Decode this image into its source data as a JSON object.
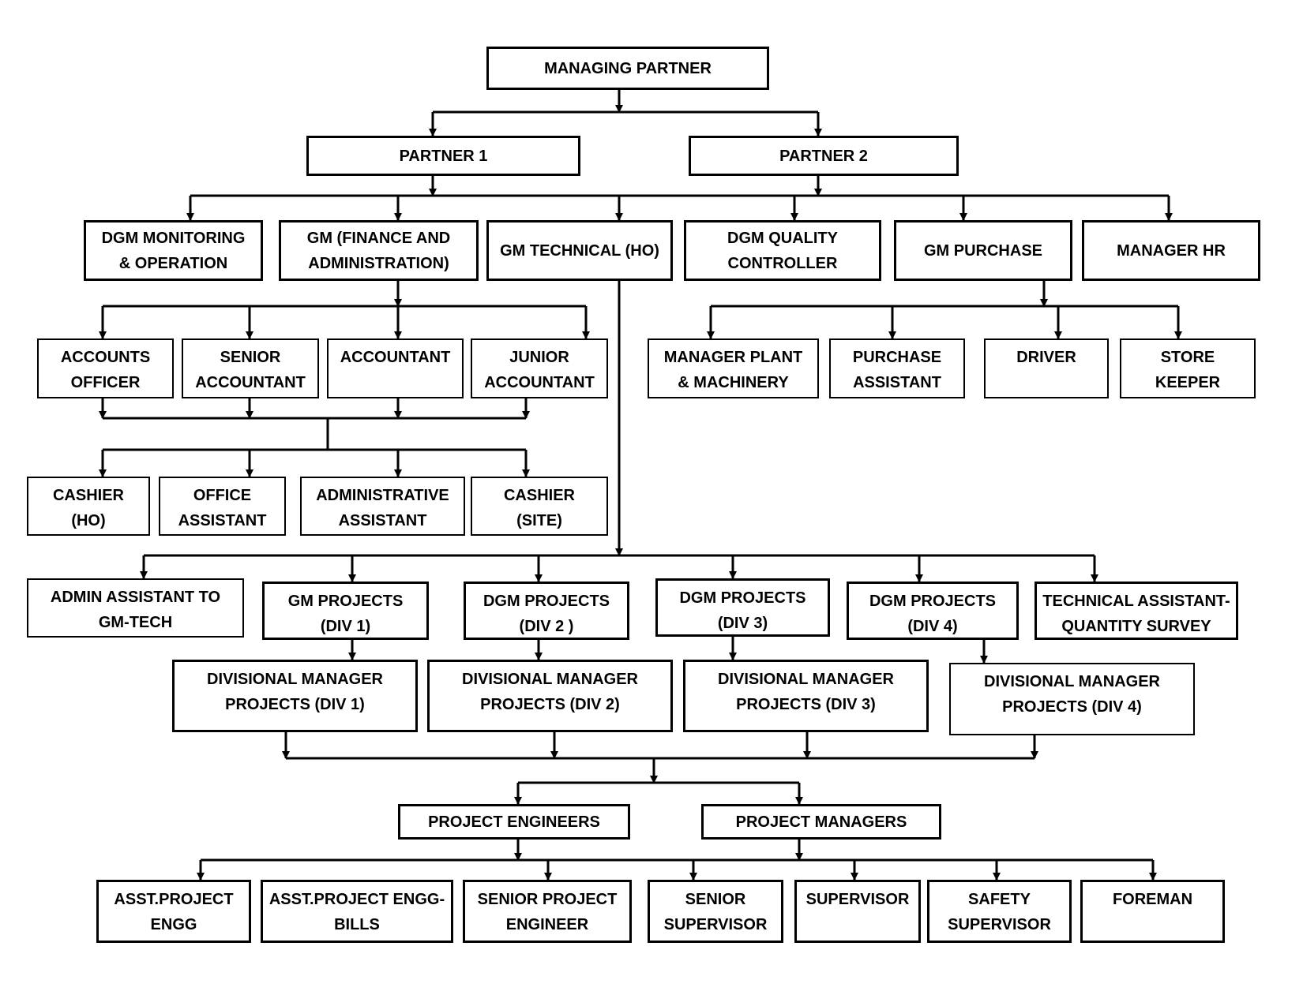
{
  "nodes": {
    "managing_partner": "MANAGING PARTNER",
    "partner1": "PARTNER 1",
    "partner2": "PARTNER 2",
    "dgm_monitoring": "DGM MONITORING\n& OPERATION",
    "gm_finance": "GM (FINANCE AND\nADMINISTRATION)",
    "gm_technical": "GM TECHNICAL (HO)",
    "dgm_quality": "DGM QUALITY\nCONTROLLER",
    "gm_purchase": "GM PURCHASE",
    "manager_hr": "MANAGER HR",
    "accounts_officer": "ACCOUNTS\nOFFICER",
    "senior_accountant": "SENIOR\nACCOUNTANT",
    "accountant": "ACCOUNTANT",
    "junior_accountant": "JUNIOR\nACCOUNTANT",
    "manager_plant": "MANAGER PLANT\n& MACHINERY",
    "purchase_assistant": "PURCHASE\nASSISTANT",
    "driver": "DRIVER",
    "store_keeper": "STORE KEEPER",
    "cashier_ho": "CASHIER\n(HO)",
    "office_assistant": "OFFICE\nASSISTANT",
    "administrative_assistant": "ADMINISTRATIVE\nASSISTANT",
    "cashier_site": "CASHIER\n(SITE)",
    "admin_assistant_gm_tech": "ADMIN ASSISTANT TO\nGM-TECH",
    "gm_projects_div1": "GM PROJECTS\n(DIV 1)",
    "dgm_projects_div2": "DGM PROJECTS\n(DIV 2 )",
    "dgm_projects_div3": "DGM PROJECTS\n(DIV 3)",
    "dgm_projects_div4": "DGM PROJECTS\n(DIV 4)",
    "technical_assistant_qs": "TECHNICAL ASSISTANT-\nQUANTITY SURVEY",
    "div_manager_div1": "DIVISIONAL MANAGER\nPROJECTS (DIV 1)",
    "div_manager_div2": "DIVISIONAL MANAGER\nPROJECTS (DIV 2)",
    "div_manager_div3": "DIVISIONAL MANAGER\nPROJECTS (DIV 3)",
    "div_manager_div4": "DIVISIONAL MANAGER\nPROJECTS (DIV 4)",
    "project_engineers": "PROJECT ENGINEERS",
    "project_managers": "PROJECT MANAGERS",
    "asst_project_engg": "ASST.PROJECT\nENGG",
    "asst_project_engg_bills": "ASST.PROJECT ENGG-\nBILLS",
    "senior_project_engineer": "SENIOR PROJECT\nENGINEER",
    "senior_supervisor": "SENIOR\nSUPERVISOR",
    "supervisor": "SUPERVISOR",
    "safety_supervisor": "SAFETY\nSUPERVISOR",
    "foreman": "FOREMAN"
  }
}
